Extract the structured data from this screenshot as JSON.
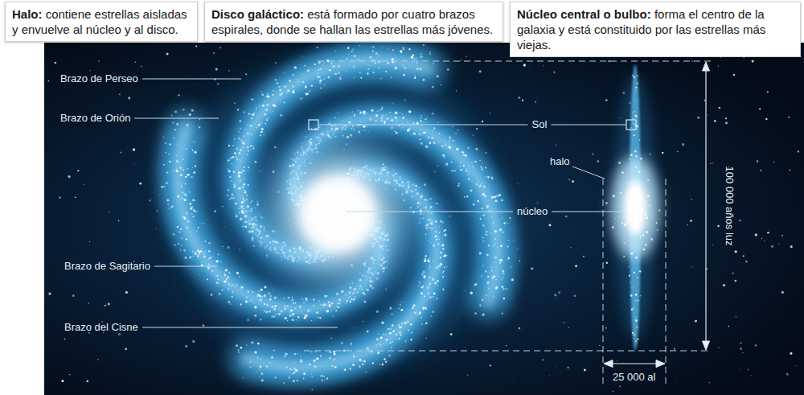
{
  "diagram": {
    "nodes": [
      {
        "text": [
          "Halo:",
          "contiene estrellas aisladas y envuelve al núcleo y al disco."
        ]
      },
      {
        "text": [
          "Disco galáctico:",
          "está formado por cuatro brazos espirales, donde se hallan las estrellas más jóvenes."
        ]
      },
      {
        "text": [
          "Núcleo central o bulbo:",
          "forma el centro de la galaxia y está constituido por las estrellas más viejas."
        ]
      }
    ],
    "labels": [
      "Brazo de Perseo",
      "Brazo de Orión",
      "Brazo de Sagitario",
      "Brazo del Cisne",
      "Sol",
      "halo",
      "núcleo",
      "100 000 años luz",
      "25 000 al"
    ]
  }
}
